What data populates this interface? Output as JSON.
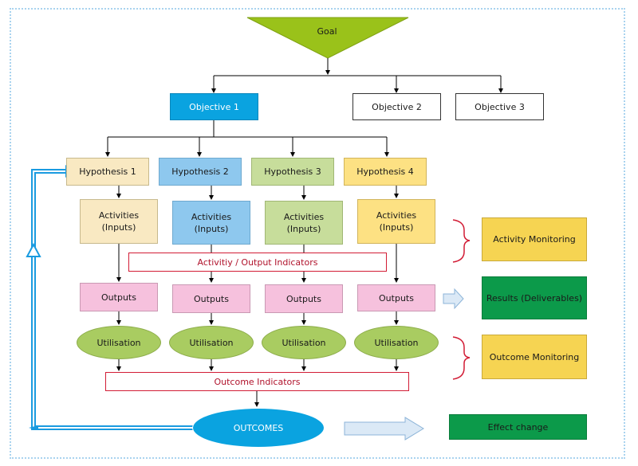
{
  "goal": "Goal",
  "objectives": [
    "Objective 1",
    "Objective 2",
    "Objective 3"
  ],
  "hypotheses": [
    "Hypothesis 1",
    "Hypothesis 2",
    "Hypothesis 3",
    "Hypothesis 4"
  ],
  "activities": [
    "Activities (Inputs)",
    "Activities (Inputs)",
    "Activities (Inputs)",
    "Activities (Inputs)"
  ],
  "activity_output_indicators": "Activitiy / Output Indicators",
  "outputs": [
    "Outputs",
    "Outputs",
    "Outputs",
    "Outputs"
  ],
  "utilisation": [
    "Utilisation",
    "Utilisation",
    "Utilisation",
    "Utilisation"
  ],
  "outcome_indicators": "Outcome Indicators",
  "outcomes": "OUTCOMES",
  "side": {
    "activity_monitoring": "Activity Monitoring",
    "results": "Results (Deliverables)",
    "outcome_monitoring": "Outcome Monitoring",
    "effect_change": "Effect change"
  },
  "colors": {
    "goal": "#9ac21a",
    "objective_1": "#0aa3e0",
    "hypothesis": [
      "#f9e9c2",
      "#8ec8ee",
      "#c7dd9b",
      "#fde183"
    ],
    "outputs": "#f6c1dd",
    "utilisation": "#a9cc61",
    "indicator_border": "#d21c35",
    "monitoring": "#f6d452",
    "results": "#0c9a4a",
    "feedback_arrow": "#1a9be0"
  }
}
